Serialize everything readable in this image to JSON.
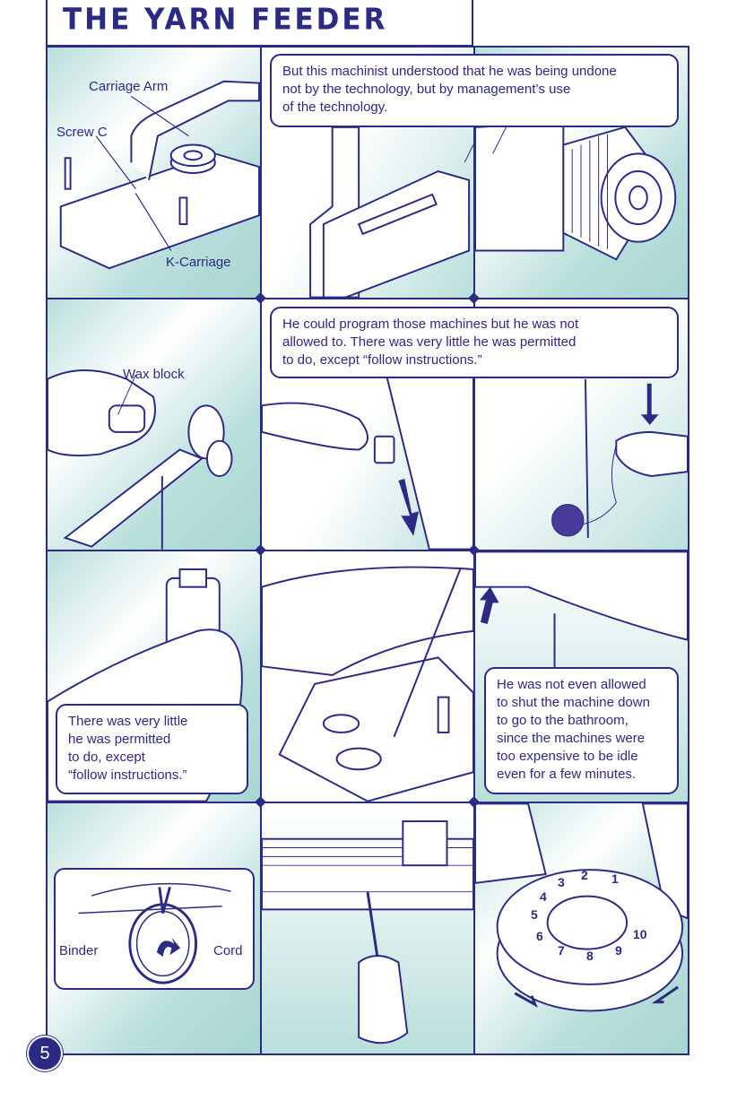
{
  "page": {
    "title": "THE YARN FEEDER",
    "page_number": "5"
  },
  "labels": {
    "carriage_arm": "Carriage Arm",
    "screw_c": "Screw C",
    "k_carriage": "K-Carriage",
    "wax_block": "Wax block",
    "binder": "Binder",
    "cord": "Cord"
  },
  "bubbles": [
    {
      "lines": [
        "But this machinist understood that he was being undone",
        "not by the technology, but by management’s use",
        "of the technology."
      ]
    },
    {
      "lines": [
        "He could program those machines but he was not",
        "allowed to. There was very little he was permitted",
        "to do, except “follow instructions.”"
      ]
    },
    {
      "lines": [
        "There was very little",
        "he was permitted",
        "to do, except",
        "“follow instructions.”"
      ]
    },
    {
      "lines": [
        "He was not even allowed",
        "to shut the machine down",
        "to go to the bathroom,",
        "since the machines were",
        "too expensive to be idle",
        "even for a few minutes."
      ]
    }
  ],
  "dial": {
    "numbers": [
      "1",
      "2",
      "3",
      "4",
      "5",
      "6",
      "7",
      "8",
      "9",
      "10"
    ]
  },
  "colors": {
    "ink": "#2b2a85",
    "teal": "#b9dfdb"
  }
}
